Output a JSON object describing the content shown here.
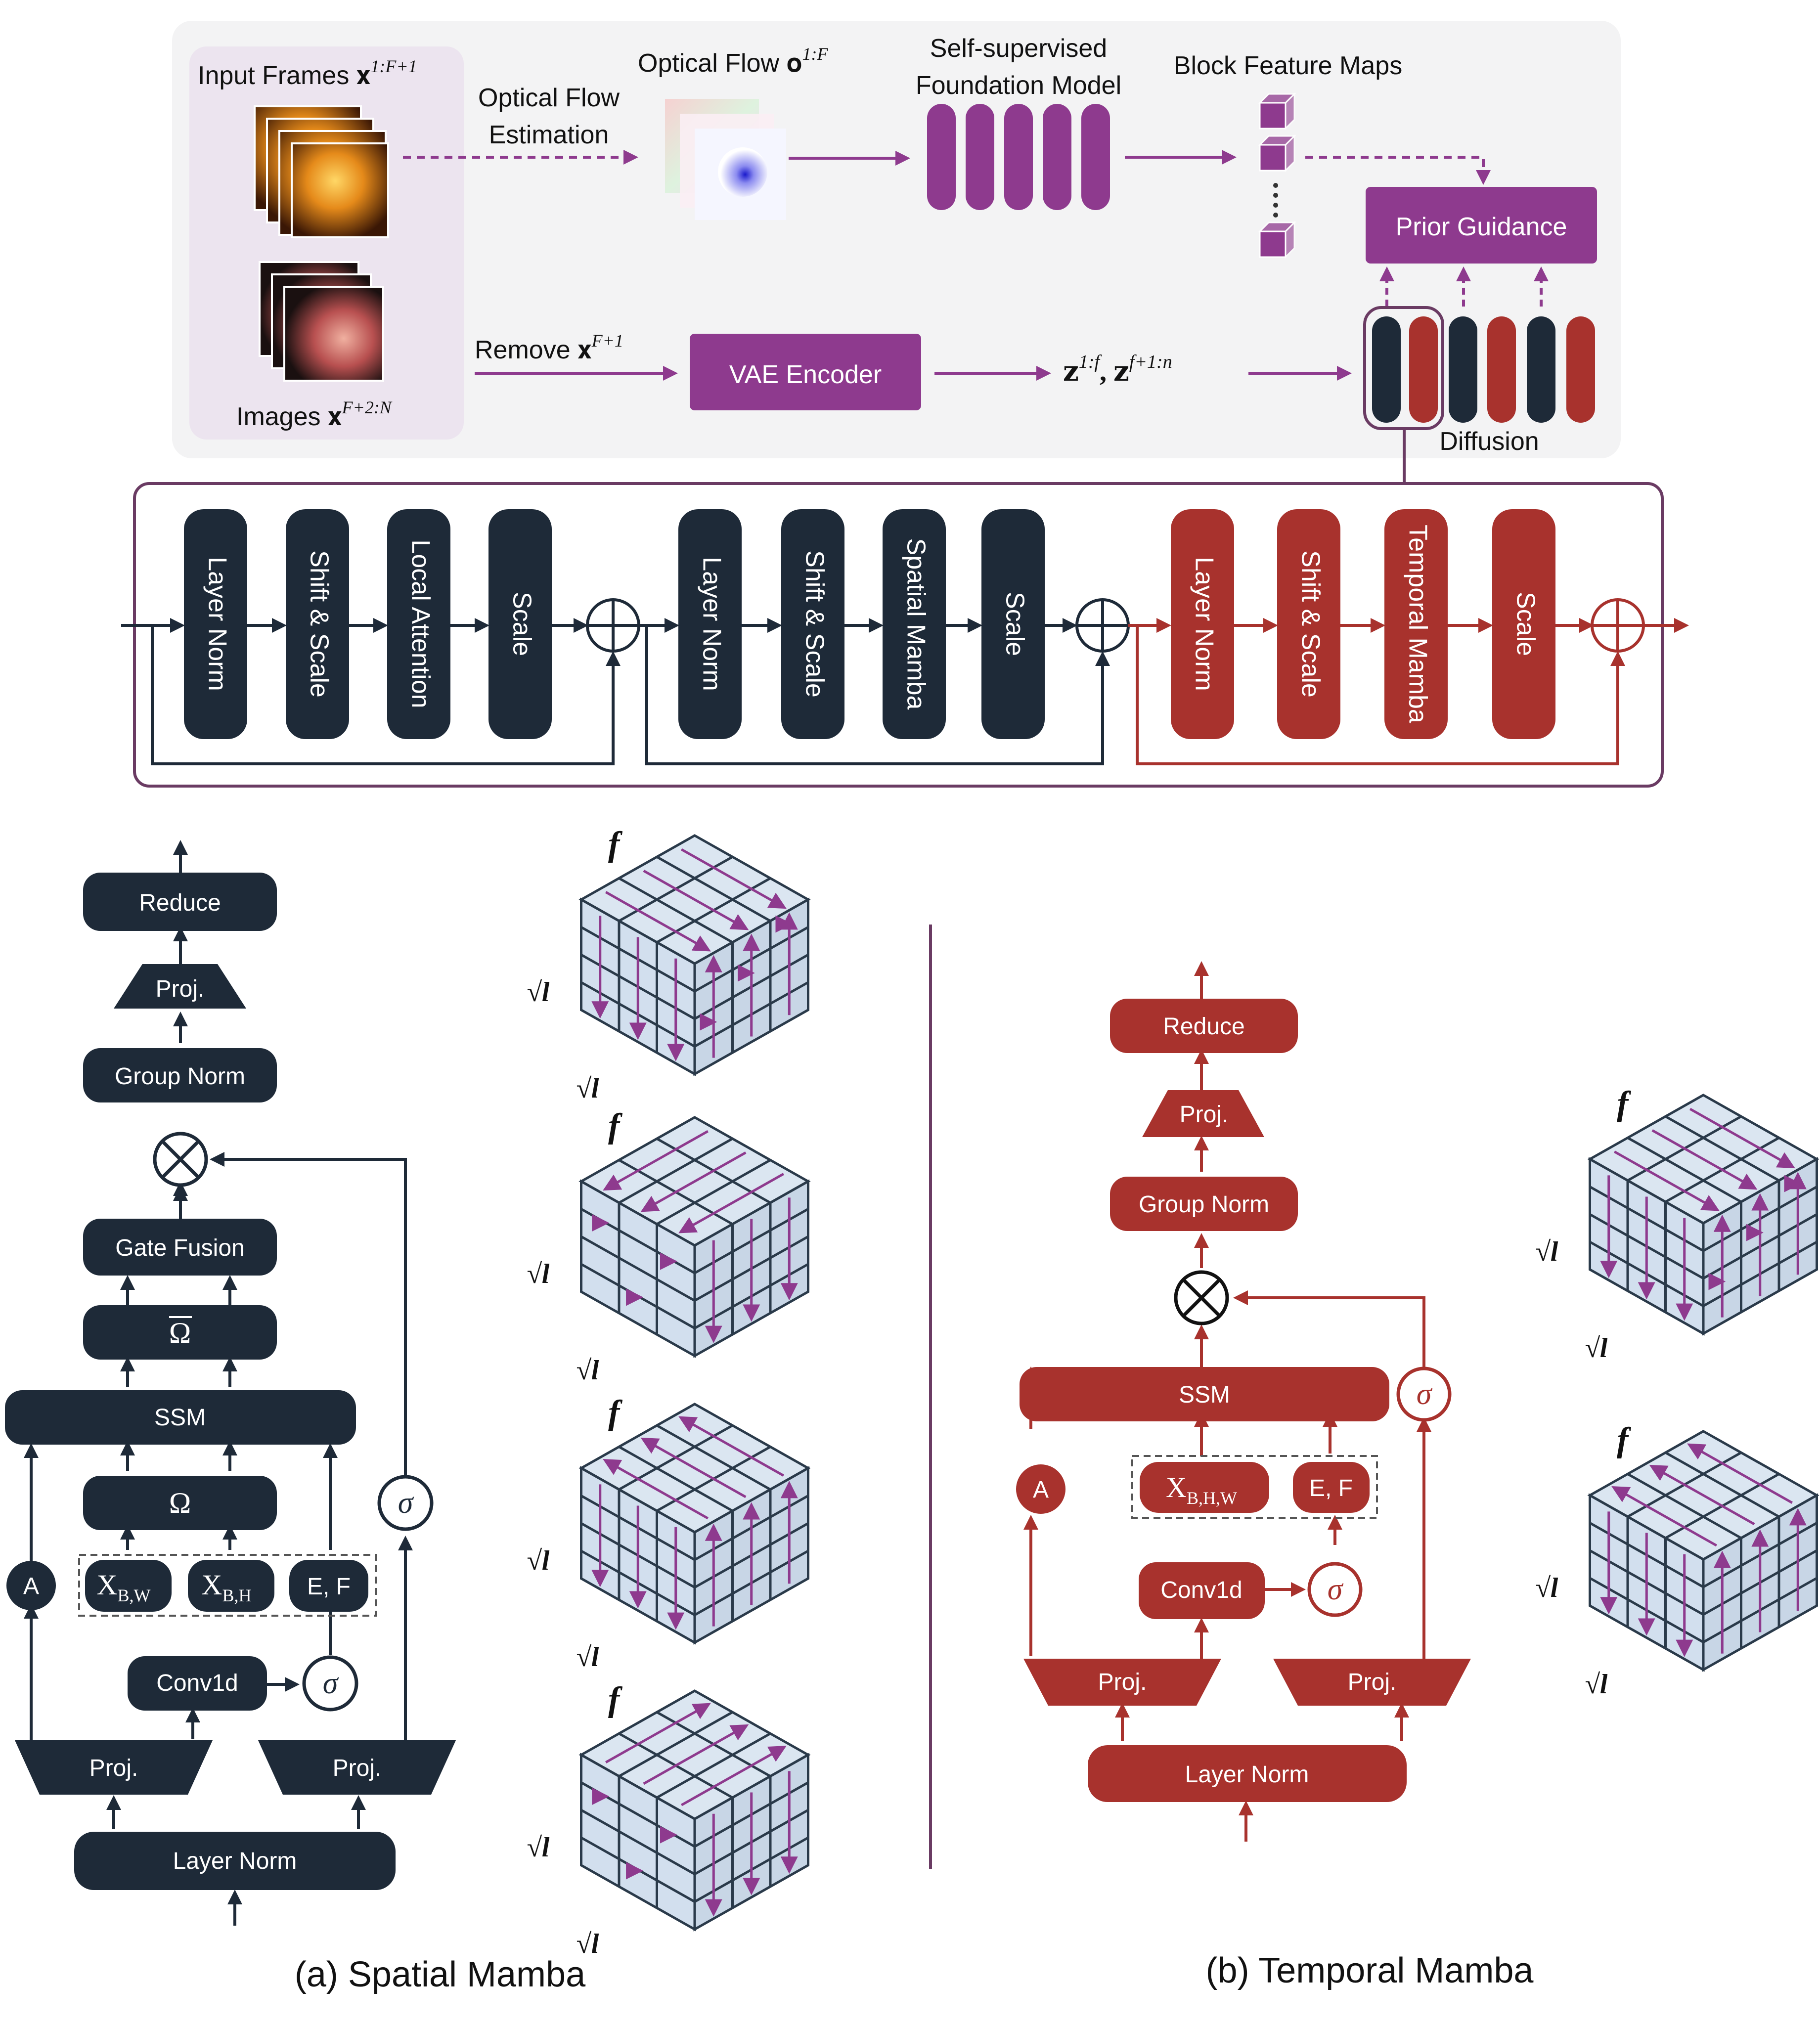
{
  "colors": {
    "dark": "#1e2a38",
    "red": "#a8322d",
    "purple": "#8e3a8e",
    "bg_panel": "#f3f3f4",
    "frames_panel": "#ece4ef",
    "block_border": "#6a3b63"
  },
  "top": {
    "input_frames": "Input Frames 𝐱",
    "input_frames_sup": "1:F+1",
    "images": "Images 𝐱",
    "images_sup": "F+2:N",
    "optical_flow_estimation": [
      "Optical Flow",
      "Estimation"
    ],
    "optical_flow": "Optical Flow 𝐨",
    "optical_flow_sup": "1:F",
    "foundation_model": [
      "Self-supervised",
      "Foundation Model"
    ],
    "block_feature_maps": "Block Feature Maps",
    "prior_guidance": "Prior Guidance",
    "remove": "Remove 𝐱",
    "remove_sup": "F+1",
    "vae_encoder": "VAE Encoder",
    "latents": "𝐳",
    "latents_sup1": "1:f",
    "latents_mid": ",  𝐳",
    "latents_sup2": "f+1:n",
    "diffusion": "Diffusion"
  },
  "block": {
    "g1": [
      "Layer Norm",
      "Shift & Scale",
      "Local Attention",
      "Scale"
    ],
    "g2": [
      "Layer Norm",
      "Shift & Scale",
      "Spatial Mamba",
      "Scale"
    ],
    "g3": [
      "Layer Norm",
      "Shift & Scale",
      "Temporal Mamba",
      "Scale"
    ]
  },
  "spatial": {
    "reduce": "Reduce",
    "proj": "Proj.",
    "group_norm": "Group Norm",
    "gate_fusion": "Gate Fusion",
    "omega_bar": "Ω",
    "ssm": "SSM",
    "omega": "Ω",
    "a": "A",
    "xbw": "X",
    "xbw_sub": "B,W",
    "xbh": "X",
    "xbh_sub": "B,H",
    "ef": "E, F",
    "conv1d": "Conv1d",
    "sigma": "σ",
    "layer_norm": "Layer Norm",
    "caption": "(a) Spatial Mamba"
  },
  "temporal": {
    "reduce": "Reduce",
    "proj": "Proj.",
    "group_norm": "Group Norm",
    "ssm": "SSM",
    "a": "A",
    "xbhw": "X",
    "xbhw_sub": "B,H,W",
    "ef": "E, F",
    "conv1d": "Conv1d",
    "sigma": "σ",
    "layer_norm": "Layer Norm",
    "caption": "(b) Temporal Mamba"
  },
  "cube_labels": {
    "f": "f",
    "sqrt_l": "√l"
  }
}
